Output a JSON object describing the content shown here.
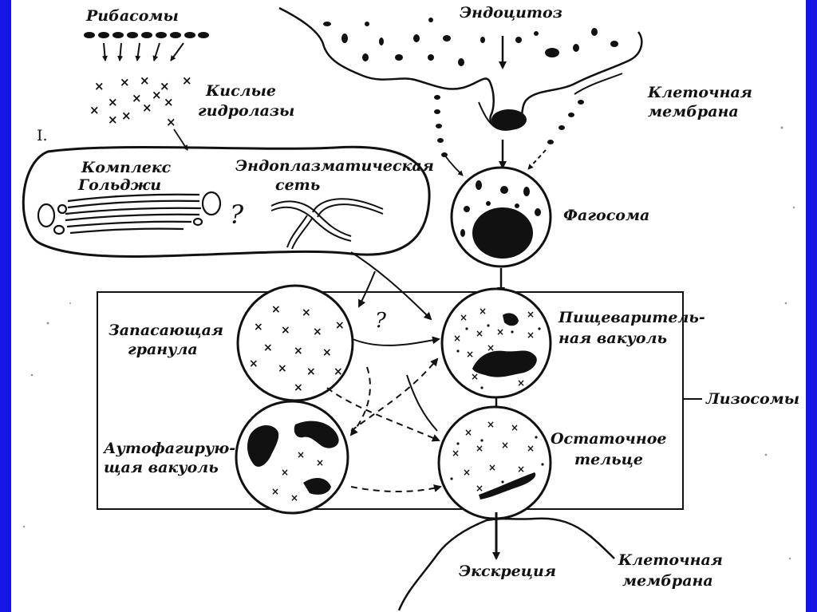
{
  "colors": {
    "background": "#ffffff",
    "ink": "#111111",
    "border": "#1515e6"
  },
  "labels": {
    "ribosomes": "Рибасомы",
    "acid_hydrolases_1": "Кислые",
    "acid_hydrolases_2": "гидролазы",
    "golgi_1": "Комплекс",
    "golgi_2": "Гольджи",
    "er_1": "Эндоплазматическая",
    "er_2": "сеть",
    "endocytosis": "Эндоцитоз",
    "cell_membrane_top_1": "Клеточная",
    "cell_membrane_top_2": "мембрана",
    "phagosome": "Фагосома",
    "storage_granule_1": "Запасающая",
    "storage_granule_2": "гранула",
    "digestive_vacuole_1": "Пищеваритель-",
    "digestive_vacuole_2": "ная вакуоль",
    "lysosomes": "Лизосомы",
    "autophagic_vacuole_1": "Аутофагирую-",
    "autophagic_vacuole_2": "щая вакуоль",
    "residual_body_1": "Остаточное",
    "residual_body_2": "тельце",
    "excretion": "Экскреция",
    "cell_membrane_bottom_1": "Клеточная",
    "cell_membrane_bottom_2": "мембрана",
    "question_1": "?",
    "question_2": "?",
    "panel_mark": "I."
  }
}
